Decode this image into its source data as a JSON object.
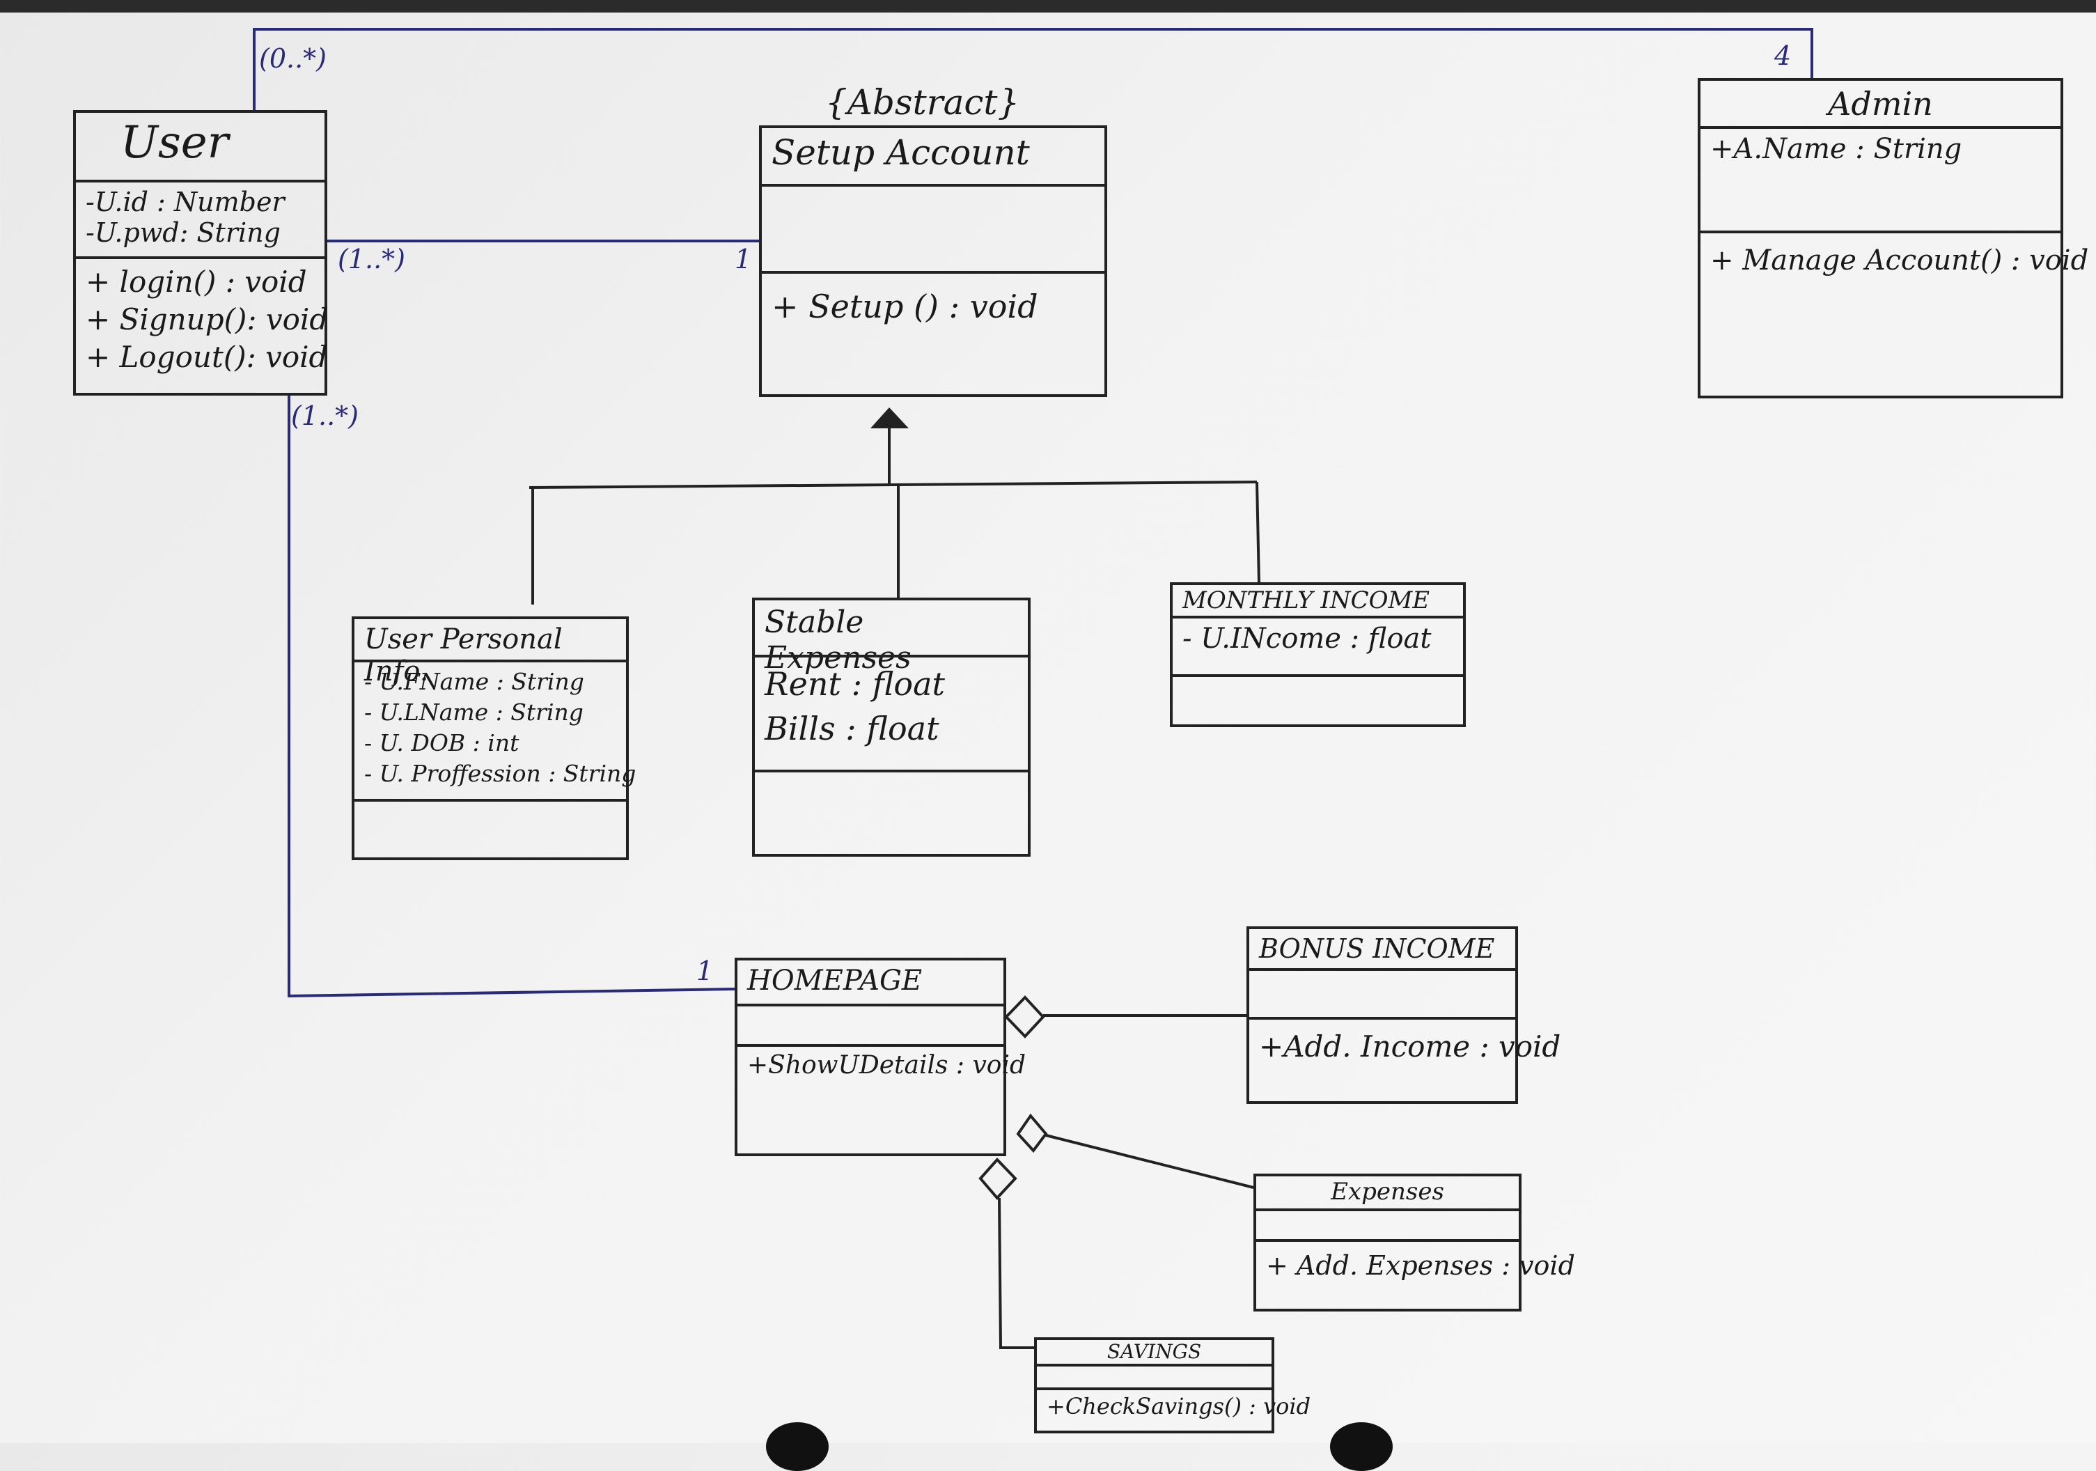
{
  "classes": {
    "user": {
      "name": "User",
      "attributes": [
        "-U.id : Number",
        "-U.pwd: String"
      ],
      "methods": [
        "+ login() : void",
        "+ Signup(): void",
        "+ Logout(): void"
      ]
    },
    "setup_account": {
      "stereotype": "{Abstract}",
      "name": "Setup Account",
      "attributes": [],
      "methods": [
        "+ Setup () : void"
      ]
    },
    "admin": {
      "name": "Admin",
      "attributes": [
        "+A.Name : String"
      ],
      "methods": [
        "+ Manage Account() : void"
      ]
    },
    "user_personal_info": {
      "name": "User Personal Info.",
      "attributes": [
        "- U.FName : String",
        "- U.LName : String",
        "- U. DOB : int",
        "- U. Proffession : String"
      ],
      "methods": []
    },
    "stable_expenses": {
      "name": "Stable Expenses",
      "attributes": [
        "Rent : float",
        "Bills : float"
      ],
      "methods": []
    },
    "monthly_income": {
      "name": "MONTHLY INCOME",
      "attributes": [
        "- U.INcome : float"
      ],
      "methods": []
    },
    "homepage": {
      "name": "HOMEPAGE",
      "attributes": [],
      "methods": [
        "+ShowUDetails : void"
      ]
    },
    "bonus_income": {
      "name": "BONUS INCOME",
      "attributes": [],
      "methods": [
        "+Add. Income : void"
      ]
    },
    "expenses": {
      "name": "Expenses",
      "attributes": [],
      "methods": [
        "+ Add. Expenses : void"
      ]
    },
    "savings": {
      "name": "SAVINGS",
      "methods": [
        "+CheckSavings() : void"
      ]
    }
  },
  "multiplicities": {
    "user_admin_user_end": "(0..*)",
    "user_admin_admin_end": "4",
    "user_setup_user_end": "(1..*)",
    "user_setup_setup_end": "1",
    "user_home_user_end": "(1..*)",
    "user_home_home_end": "1"
  },
  "colors": {
    "ink": "#222222",
    "association": "#2a2a7a"
  }
}
